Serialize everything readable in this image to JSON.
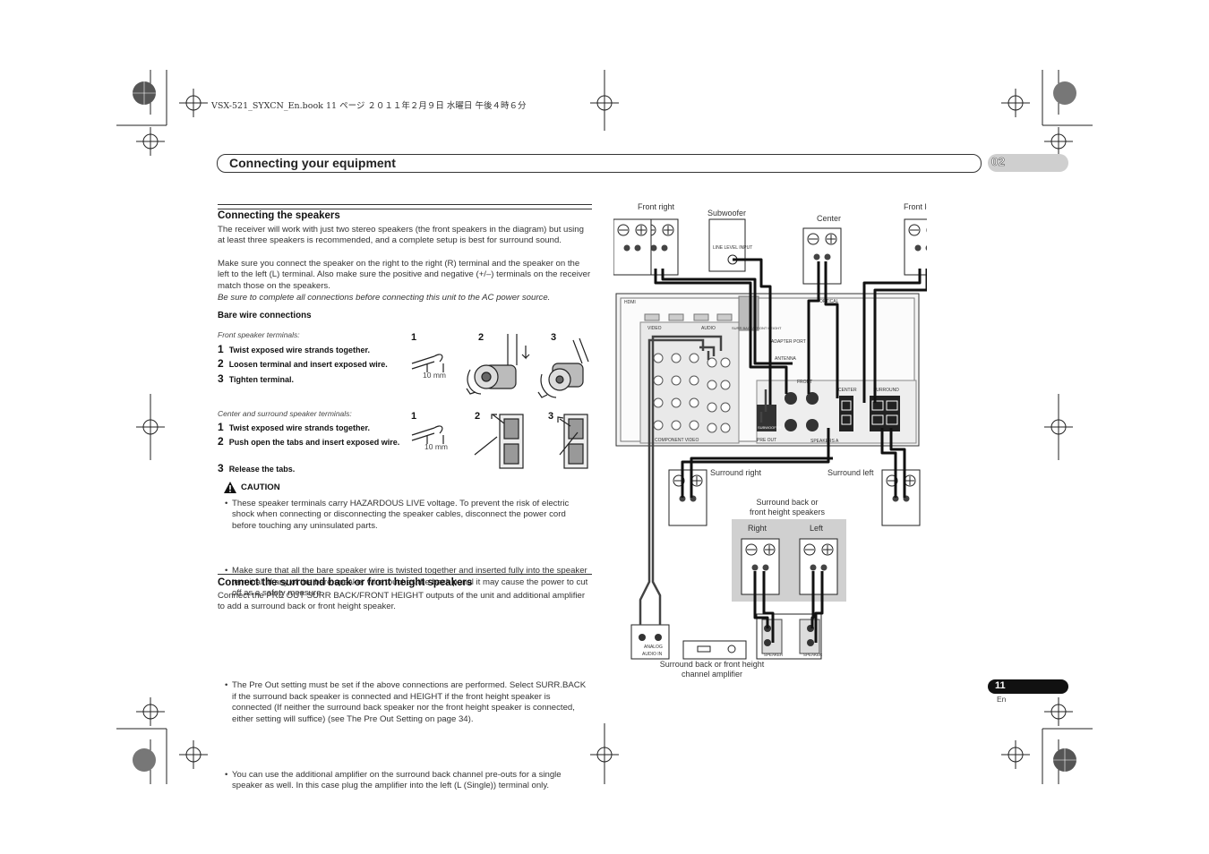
{
  "print_header": "VSX-521_SYXCN_En.book  11 ページ  ２０１１年２月９日  水曜日  午後４時６分",
  "header": {
    "title": "Connecting your equipment",
    "chapter": "02"
  },
  "section1": {
    "title": "Connecting the speakers",
    "para1": "The receiver will work with just two stereo speakers (the front speakers in the diagram) but using at least three speakers is recommended, and a complete setup is best for surround sound.",
    "para2": "Make sure you connect the speaker on the right to the right (R) terminal and the speaker on the left to the left (L) terminal. Also make sure the positive and negative (+/–) terminals on the receiver match those on the speakers.",
    "note": "Be sure to complete all connections before connecting this unit to the AC power source.",
    "bare_wire_title": "Bare wire connections",
    "front_caption": "Front speaker terminals:",
    "front_steps": [
      {
        "n": "1",
        "text": "Twist exposed wire strands together."
      },
      {
        "n": "2",
        "text": "Loosen terminal and insert exposed wire."
      },
      {
        "n": "3",
        "text": "Tighten terminal."
      }
    ],
    "center_caption": "Center and surround speaker terminals:",
    "center_steps": [
      {
        "n": "1",
        "text": "Twist exposed wire strands together."
      },
      {
        "n": "2",
        "text": "Push open the tabs and insert exposed wire."
      },
      {
        "n": "3",
        "text": "Release the tabs."
      }
    ],
    "fig_numbers": [
      "1",
      "2",
      "3"
    ],
    "wire_length": "10 mm",
    "caution_label": "CAUTION",
    "caution_items": [
      "These speaker terminals carry HAZARDOUS LIVE voltage. To prevent the risk of electric shock when connecting or disconnecting the speaker cables, disconnect the power cord before touching any uninsulated parts.",
      "Make sure that all the bare speaker wire is twisted together and inserted fully into the speaker terminal. If any of the bare speaker wire touches the back panel it may cause the power to cut off as a safety measure."
    ]
  },
  "section2": {
    "title": "Connect the surround back or front height speakers",
    "intro": "Connect the PRE OUT SURR BACK/FRONT HEIGHT outputs of the unit and additional amplifier to add a surround back or front height speaker.",
    "bullets": [
      "The Pre Out setting must be set if the above connections are performed. Select SURR.BACK if the surround back speaker is connected and HEIGHT if the front height speaker is connected (If neither the surround back speaker nor the front height speaker is connected, either setting will suffice) (see The Pre Out Setting on page 34).",
      "You can use the additional amplifier on the surround back channel pre-outs for a single speaker as well. In this case plug the amplifier into the left (L (Single)) terminal only."
    ]
  },
  "diagram": {
    "front_right": "Front right",
    "subwoofer": "Subwoofer",
    "line_level_input": "LINE LEVEL INPUT",
    "center": "Center",
    "front_left": "Front left",
    "surround_right": "Surround right",
    "surround_left": "Surround left",
    "surround_back_title": "Surround back or front height speakers",
    "right": "Right",
    "left": "Left",
    "amp_caption": "Surround back or front height channel amplifier",
    "panel_labels": {
      "hdmi": "HDMI",
      "video": "VIDEO",
      "audio": "AUDIO",
      "front": "FRONT",
      "center": "CENTER",
      "surround": "SURROUND",
      "pre_out": "PRE OUT",
      "speakers": "SPEAKERS",
      "antenna": "ANTENNA",
      "adapter_port": "ADAPTER PORT",
      "component_video": "COMPONENT VIDEO",
      "subwoofer": "SUBWOOFER",
      "surr_back": "SURR BACK/ FRONT HEIGHT",
      "analog": "ANALOG",
      "audio_in": "AUDIO IN",
      "speaker": "SPEAKER",
      "r": "R",
      "l": "L",
      "optical": "OPTICAL",
      "speakers_a": "A"
    }
  },
  "footer": {
    "page": "11",
    "lang": "En"
  },
  "colors": {
    "cable": "#111111",
    "highlight_box": "#d0d0d0",
    "chapter_tab": "#cfcfcf"
  }
}
